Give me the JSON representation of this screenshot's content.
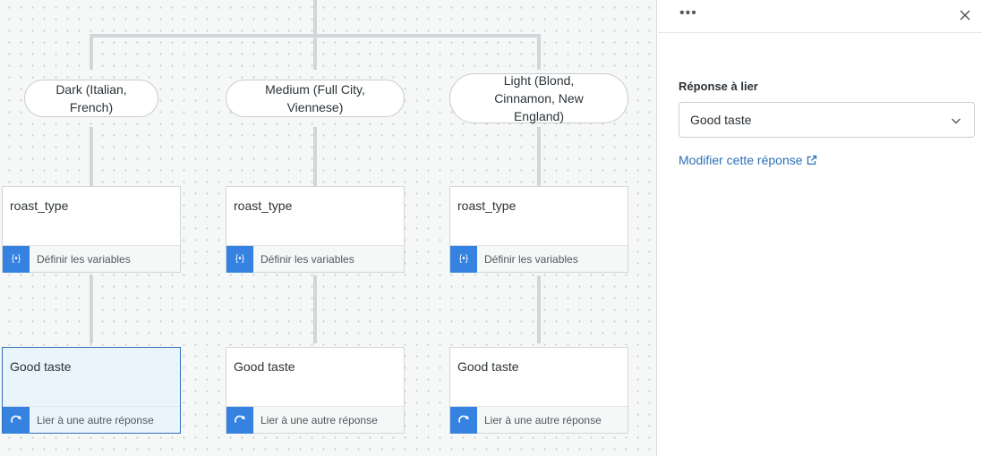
{
  "canvas": {
    "choices": [
      {
        "label": "Dark (Italian, French)"
      },
      {
        "label": "Medium (Full City, Viennese)"
      },
      {
        "label": "Light (Blond, Cinnamon, New England)"
      }
    ],
    "variable_cards": [
      {
        "title": "roast_type",
        "action": "Définir les variables",
        "icon": "variable-braces-icon",
        "icon_text": "{•}"
      },
      {
        "title": "roast_type",
        "action": "Définir les variables",
        "icon": "variable-braces-icon",
        "icon_text": "{•}"
      },
      {
        "title": "roast_type",
        "action": "Définir les variables",
        "icon": "variable-braces-icon",
        "icon_text": "{•}"
      }
    ],
    "response_cards": [
      {
        "title": "Good taste",
        "action": "Lier à une autre réponse",
        "icon": "link-response-icon",
        "selected": true
      },
      {
        "title": "Good taste",
        "action": "Lier à une autre réponse",
        "icon": "link-response-icon",
        "selected": false
      },
      {
        "title": "Good taste",
        "action": "Lier à une autre réponse",
        "icon": "link-response-icon",
        "selected": false
      }
    ]
  },
  "panel": {
    "more_label": "•••",
    "field_label": "Réponse à lier",
    "select_value": "Good taste",
    "edit_link": "Modifier cette réponse"
  },
  "colors": {
    "accent": "#3582e0",
    "link": "#2c6fb7",
    "selected_bg": "#eaf4fc",
    "connector": "#d3d6d9"
  }
}
